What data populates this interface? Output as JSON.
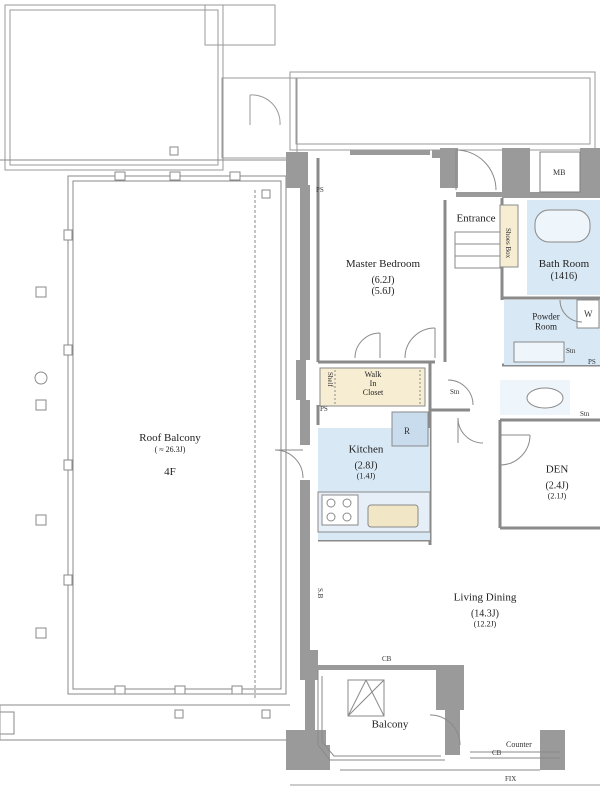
{
  "colors": {
    "wall": "#9a9a9a",
    "wall_dark": "#7d7d7d",
    "line": "#8a8a8a",
    "wet_area": "#d8e8f5",
    "closet_fill": "#f7edd3",
    "counter_fill": "#f1e6c6"
  },
  "rooms": {
    "roof_balcony": {
      "name": "Roof Balcony",
      "area": "( ≈ 26.3J)",
      "floor": "4F"
    },
    "master_bedroom": {
      "name": "Master Bedroom",
      "area1": "(6.2J)",
      "area2": "(5.6J)"
    },
    "walk_in_closet": {
      "line1": "Walk",
      "line2": "In",
      "line3": "Closet"
    },
    "kitchen": {
      "name": "Kitchen",
      "area1": "(2.8J)",
      "area2": "(1.4J)"
    },
    "den": {
      "name": "DEN",
      "area1": "(2.4J)",
      "area2": "(2.1J)"
    },
    "living_dining": {
      "name": "Living Dining",
      "area1": "(14.3J)",
      "area2": "(12.2J)"
    },
    "bath_room": {
      "name": "Bath Room",
      "area": "(1416)"
    },
    "powder_room": {
      "line1": "Powder",
      "line2": "Room"
    },
    "entrance": {
      "name": "Entrance"
    },
    "balcony": {
      "name": "Balcony"
    }
  },
  "labels": {
    "mb": "MB",
    "ps_top": "PS",
    "ps_mid": "PS",
    "ps_right": "PS",
    "shoes_box": "Shoes Box",
    "shelf": "Shelf",
    "stn_hall": "Stn",
    "stn_powder": "Stn",
    "stn_right": "Stn",
    "w": "W",
    "fridge": "R",
    "cb_top": "CB",
    "cb_bottom": "CB",
    "counter": "Counter",
    "fix": "FIX",
    "sb": "S.B"
  }
}
